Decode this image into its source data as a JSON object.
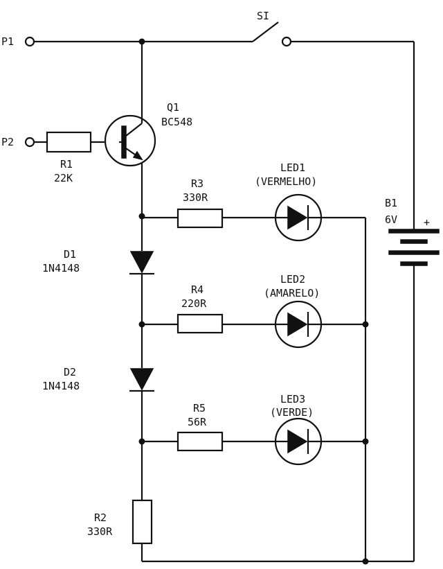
{
  "terminals": {
    "p1": "P1",
    "p2": "P2"
  },
  "switch": {
    "label": "SI"
  },
  "transistor": {
    "ref": "Q1",
    "part": "BC548"
  },
  "resistors": {
    "r1": {
      "ref": "R1",
      "value": "22K"
    },
    "r2": {
      "ref": "R2",
      "value": "330R"
    },
    "r3": {
      "ref": "R3",
      "value": "330R"
    },
    "r4": {
      "ref": "R4",
      "value": "220R"
    },
    "r5": {
      "ref": "R5",
      "value": "56R"
    }
  },
  "diodes": {
    "d1": {
      "ref": "D1",
      "part": "1N4148"
    },
    "d2": {
      "ref": "D2",
      "part": "1N4148"
    }
  },
  "leds": {
    "led1": {
      "ref": "LED1",
      "color": "(VERMELHO)"
    },
    "led2": {
      "ref": "LED2",
      "color": "(AMARELO)"
    },
    "led3": {
      "ref": "LED3",
      "color": "(VERDE)"
    }
  },
  "battery": {
    "ref": "B1",
    "voltage": "6V",
    "polarity": "+"
  },
  "colors": {
    "ink": "#111111",
    "paper": "#ffffff"
  }
}
